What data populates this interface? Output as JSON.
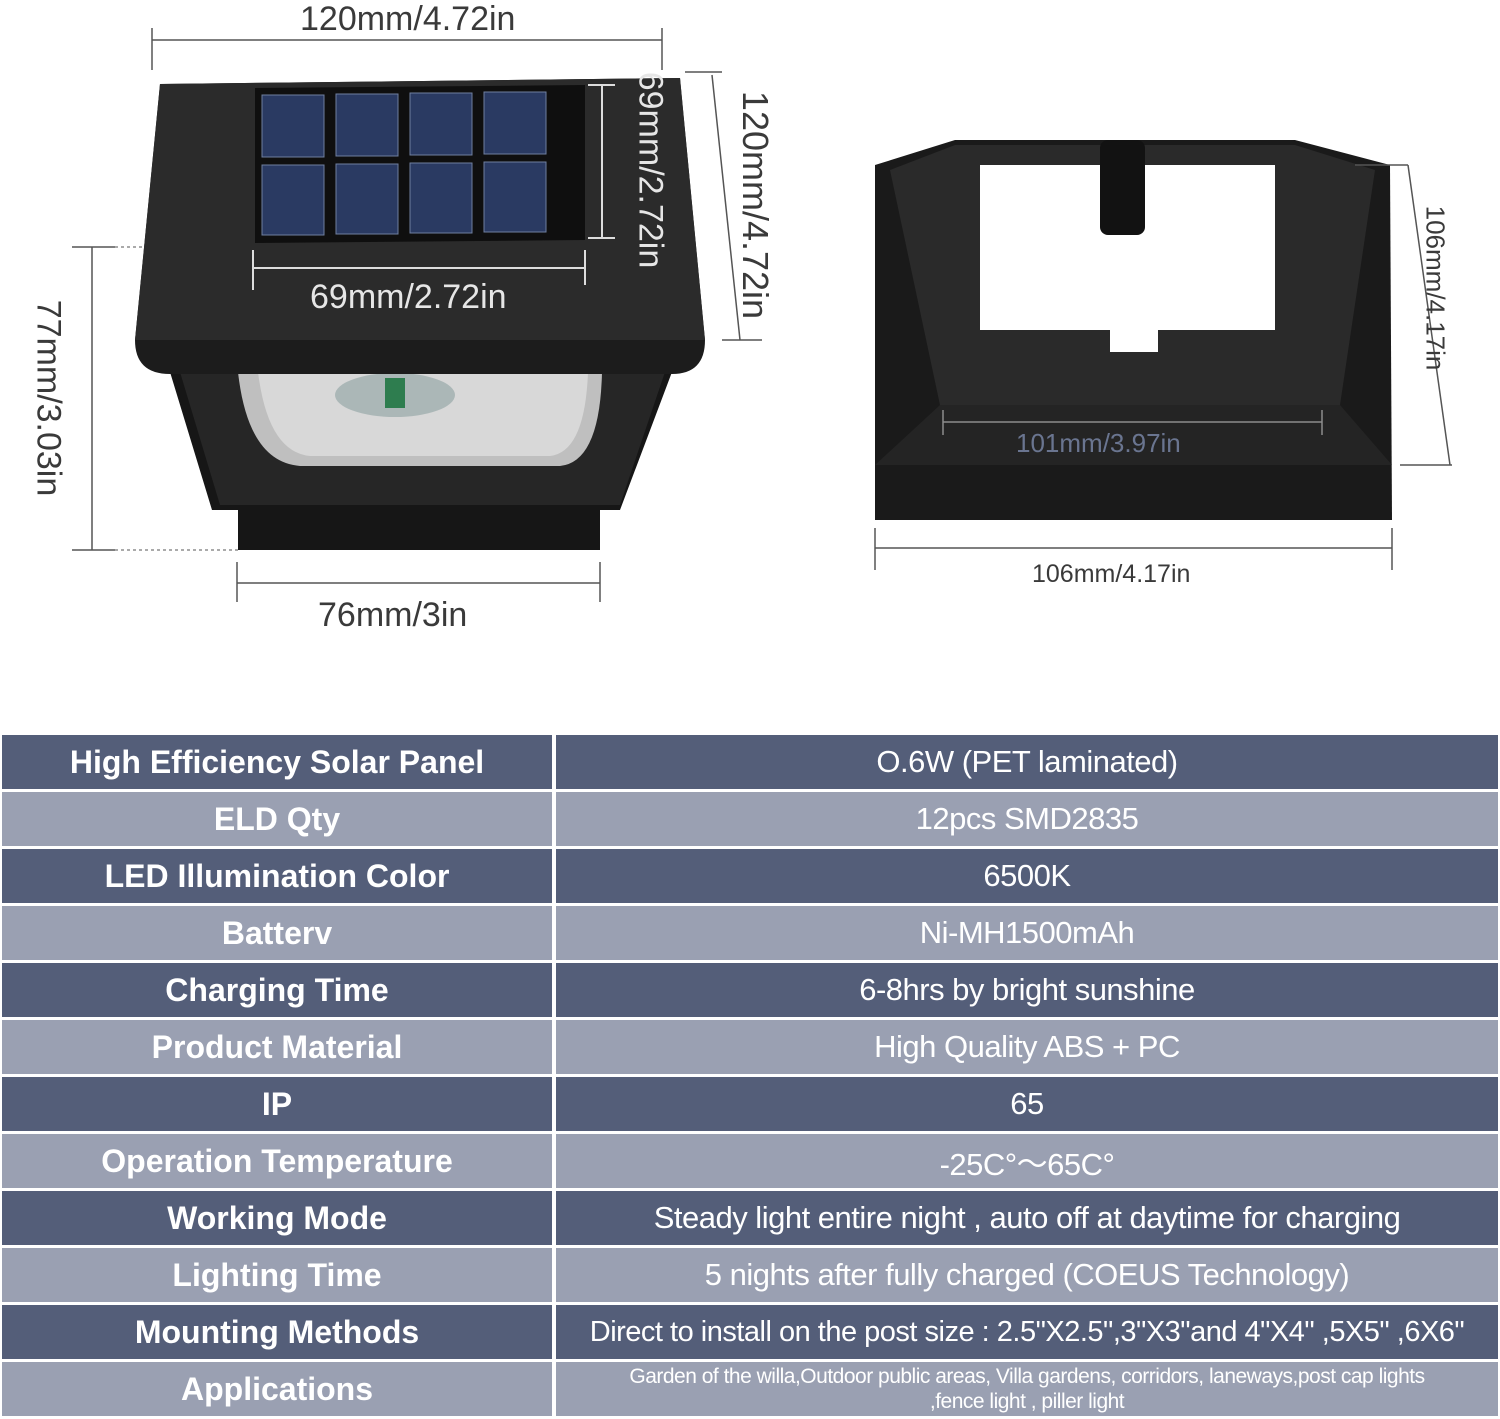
{
  "dimensions": {
    "light_top_width": "120mm/4.72in",
    "light_top_depth": "120mm/4.72in",
    "panel_height": "69mm/2.72in",
    "panel_width": "69mm/2.72in",
    "light_height": "77mm/3.03in",
    "light_base_width": "76mm/3in",
    "base_depth": "106mm/4.17in",
    "base_inner_width": "101mm/3.97in",
    "base_width": "106mm/4.17in"
  },
  "specs": [
    {
      "label": "High Efficiency Solar Panel",
      "value": "O.6W (PET laminated)"
    },
    {
      "label": "ELD Qty",
      "value": "12pcs SMD2835"
    },
    {
      "label": "LED Illumination Color",
      "value": "6500K"
    },
    {
      "label": "Batterv",
      "value": "Ni-MH1500mAh"
    },
    {
      "label": "Charging Time",
      "value": "6-8hrs by bright sunshine"
    },
    {
      "label": "Product Material",
      "value": "High Quality ABS + PC"
    },
    {
      "label": "IP",
      "value": "65"
    },
    {
      "label": "Operation Temperature",
      "value": "-25C°～65C°"
    },
    {
      "label": "Working Mode",
      "value": "Steady light entire night , auto off at daytime for charging"
    },
    {
      "label": "Lighting Time",
      "value": "5 nights after fully charged (COEUS Technology)"
    },
    {
      "label": "Mounting Methods",
      "value": "Direct to install on the post size : 2.5\"X2.5\",3\"X3\"and 4\"X4\" ,5X5\" ,6X6\""
    },
    {
      "label": "Applications",
      "value": "Garden of the willa,Outdoor public areas, Villa gardens, corridors, laneways,post cap lights ,fence light , piller light"
    }
  ],
  "colors": {
    "row_dark": "#545e79",
    "row_light": "#9aa0b2",
    "product": "#1e1e1e",
    "solar_cell": "#2a3a62"
  }
}
